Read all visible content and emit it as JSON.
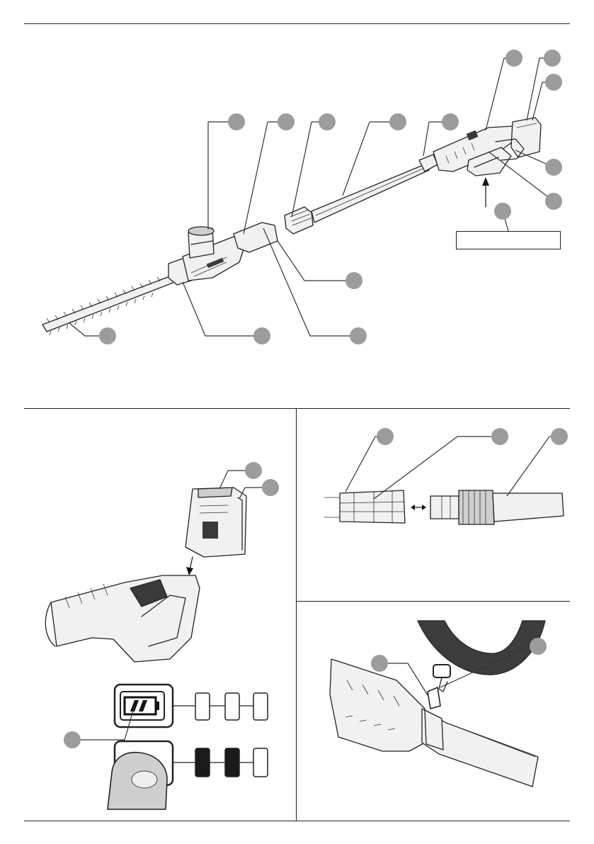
{
  "document": {
    "type": "product-manual-illustration-page",
    "label_box_text": "",
    "sections": [
      {
        "name": "overview",
        "description_shown": false
      },
      {
        "name": "battery-insertion",
        "description_shown": false
      },
      {
        "name": "pole-connection",
        "description_shown": false
      },
      {
        "name": "shoulder-strap",
        "description_shown": false
      }
    ]
  },
  "colors": {
    "ink": "#222222",
    "callout": "#9c9c9c",
    "dark_fill": "#3a3a3a",
    "strap": "#3d3d3d"
  },
  "icons": {
    "battery_gauge": "battery-level-icon",
    "pointer_finger": "finger-press-icon",
    "arrow": "insertion-arrow-icon"
  },
  "battery_indicator": {
    "top_state_leds_lit": 0,
    "bottom_state_leds_lit": 2,
    "leds_total": 3
  }
}
